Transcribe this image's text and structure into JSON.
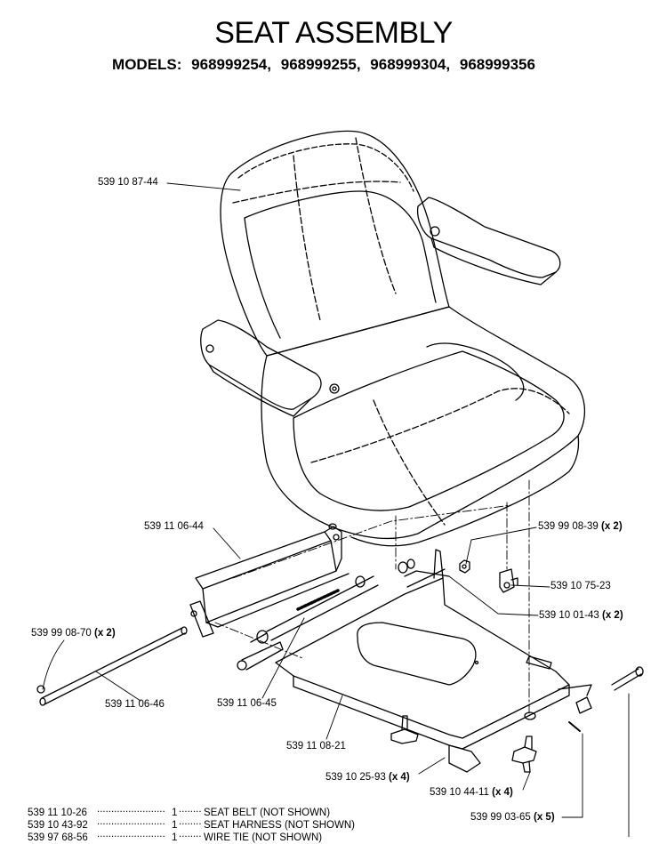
{
  "header": {
    "title": "SEAT ASSEMBLY",
    "models_label": "MODELS:",
    "models": [
      "968999254,",
      "968999255,",
      "968999304,",
      "968999356"
    ]
  },
  "callouts": [
    {
      "id": "seat",
      "part": "539 10 87-44",
      "qty": ""
    },
    {
      "id": "nut",
      "part": "539 99 08-39",
      "qty": "(x 2)"
    },
    {
      "id": "rail",
      "part": "539 11 06-44",
      "qty": ""
    },
    {
      "id": "switch",
      "part": "539 10 75-23",
      "qty": ""
    },
    {
      "id": "bolt",
      "part": "539 10 01-43",
      "qty": "(x 2)"
    },
    {
      "id": "clip",
      "part": "539 99 08-70",
      "qty": "(x 2)"
    },
    {
      "id": "rod",
      "part": "539 11 06-46",
      "qty": ""
    },
    {
      "id": "spring",
      "part": "539 11 06-45",
      "qty": ""
    },
    {
      "id": "bracket",
      "part": "539 11 08-21",
      "qty": ""
    },
    {
      "id": "knob-small",
      "part": "539 10 25-93",
      "qty": "(x 4)"
    },
    {
      "id": "knob-star",
      "part": "539 10 44-11",
      "qty": "(x 4)"
    },
    {
      "id": "pin",
      "part": "539 99 03-65",
      "qty": "(x 5)"
    }
  ],
  "bom": [
    {
      "part": "539 11 10-26",
      "dots1": "........................",
      "qty": "1",
      "dots2": "........",
      "desc": "SEAT BELT (NOT SHOWN)"
    },
    {
      "part": "539 10 43-92",
      "dots1": "........................",
      "qty": "1",
      "dots2": "........",
      "desc": "SEAT HARNESS (NOT SHOWN)"
    },
    {
      "part": "539 97 68-56",
      "dots1": "........................",
      "qty": "1",
      "dots2": "........",
      "desc": "WIRE TIE (NOT SHOWN)"
    }
  ]
}
